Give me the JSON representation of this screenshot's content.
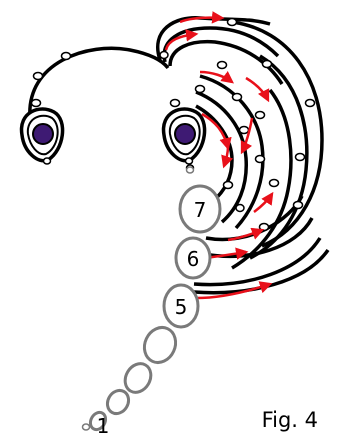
{
  "figure": {
    "caption": "Fig. 4",
    "ring_labels": {
      "seven": "7",
      "six": "6",
      "five": "5",
      "one": "1"
    }
  },
  "colors": {
    "outline": "#000000",
    "ring_stroke": "#7a7a7a",
    "arrow": "#e8101a",
    "bead_center": "#3e1a73",
    "background": "#ffffff"
  },
  "icons": {
    "bead": "purple-bead-icon",
    "direction": "red-arrow-icon",
    "picot": "picot-loop-icon"
  }
}
